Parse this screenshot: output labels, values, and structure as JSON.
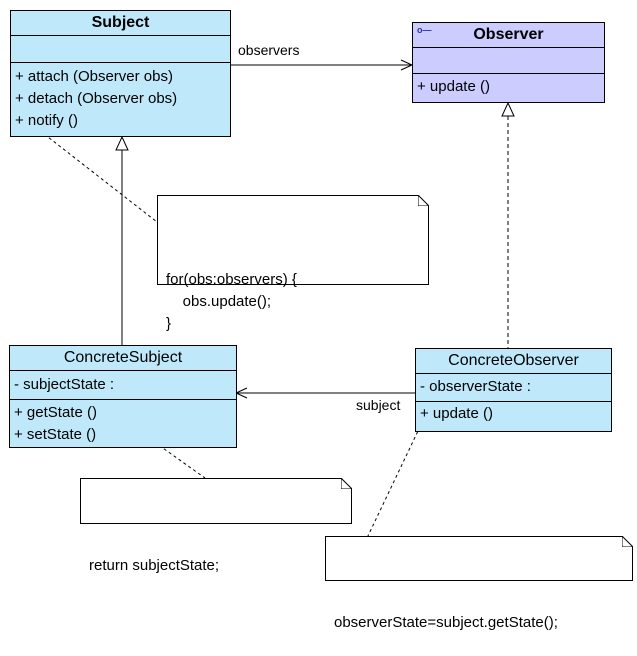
{
  "classes": {
    "subject": {
      "name": "Subject",
      "attributes": [],
      "operations": [
        "+ attach (Observer obs)",
        "+ detach (Observer obs)",
        "+ notify ()"
      ]
    },
    "observer": {
      "name": "Observer",
      "icon": "interface-icon",
      "attributes": [],
      "operations": [
        "+ update ()"
      ]
    },
    "concrete_subject": {
      "name": "ConcreteSubject",
      "attributes": [
        "- subjectState :"
      ],
      "operations": [
        "+ getState ()",
        "+ setState ()"
      ]
    },
    "concrete_observer": {
      "name": "ConcreteObserver",
      "attributes": [
        "- observerState :"
      ],
      "operations": [
        "+ update ()"
      ]
    }
  },
  "notes": {
    "notify_note": "for(obs:observers) {\n    obs.update();\n}",
    "getstate_note": "return subjectState;",
    "update_note": "observerState=subject.getState();"
  },
  "associations": {
    "observers_label": "observers",
    "subject_label": "subject"
  },
  "colors": {
    "class_fill": "#bfe9fb",
    "interface_fill": "#ccccff",
    "line": "#000000"
  }
}
